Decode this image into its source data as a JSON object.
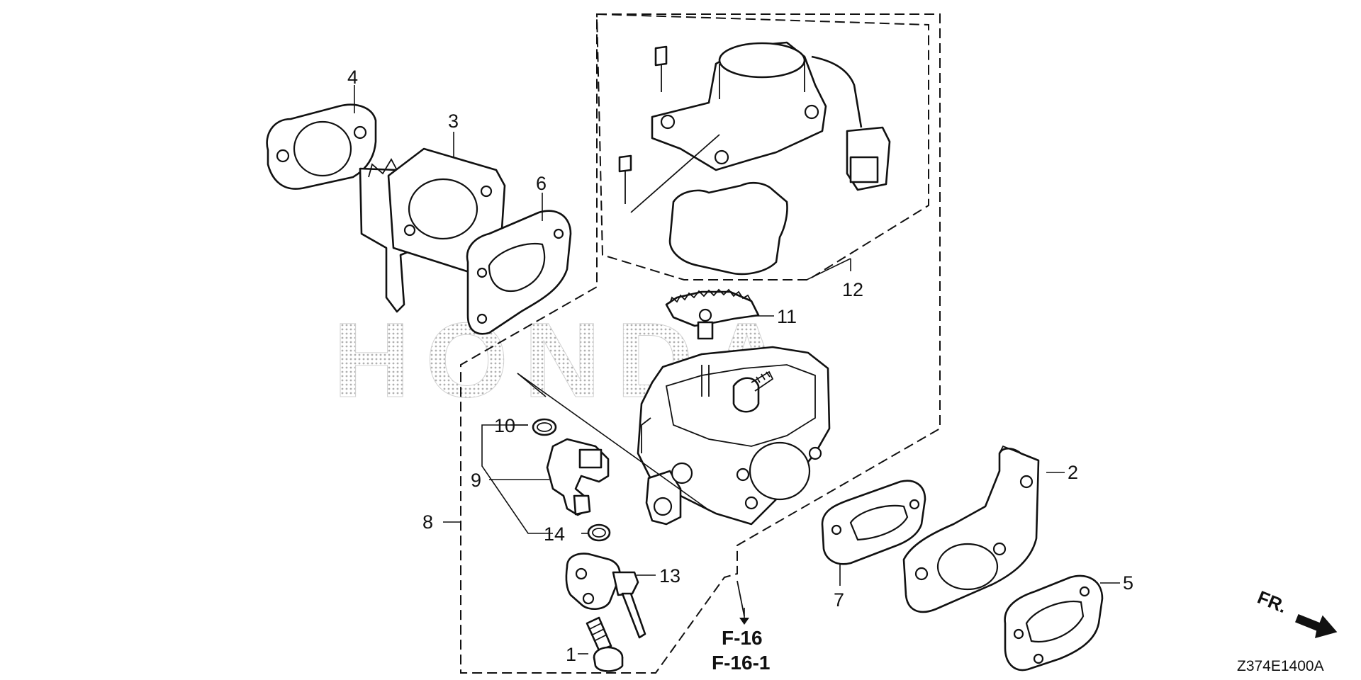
{
  "diagram_code": "Z374E1400A",
  "watermark": "HONDA",
  "direction_label": "FR.",
  "references": [
    "F-16",
    "F-16-1"
  ],
  "callouts": {
    "c1": "1",
    "c2": "2",
    "c3": "3",
    "c4": "4",
    "c5": "5",
    "c6": "6",
    "c7": "7",
    "c8": "8",
    "c9": "9",
    "c10": "10",
    "c11": "11",
    "c12": "12",
    "c13": "13",
    "c14": "14"
  },
  "colors": {
    "line": "#111111",
    "background": "#ffffff",
    "watermark": "#c8c8c8"
  }
}
